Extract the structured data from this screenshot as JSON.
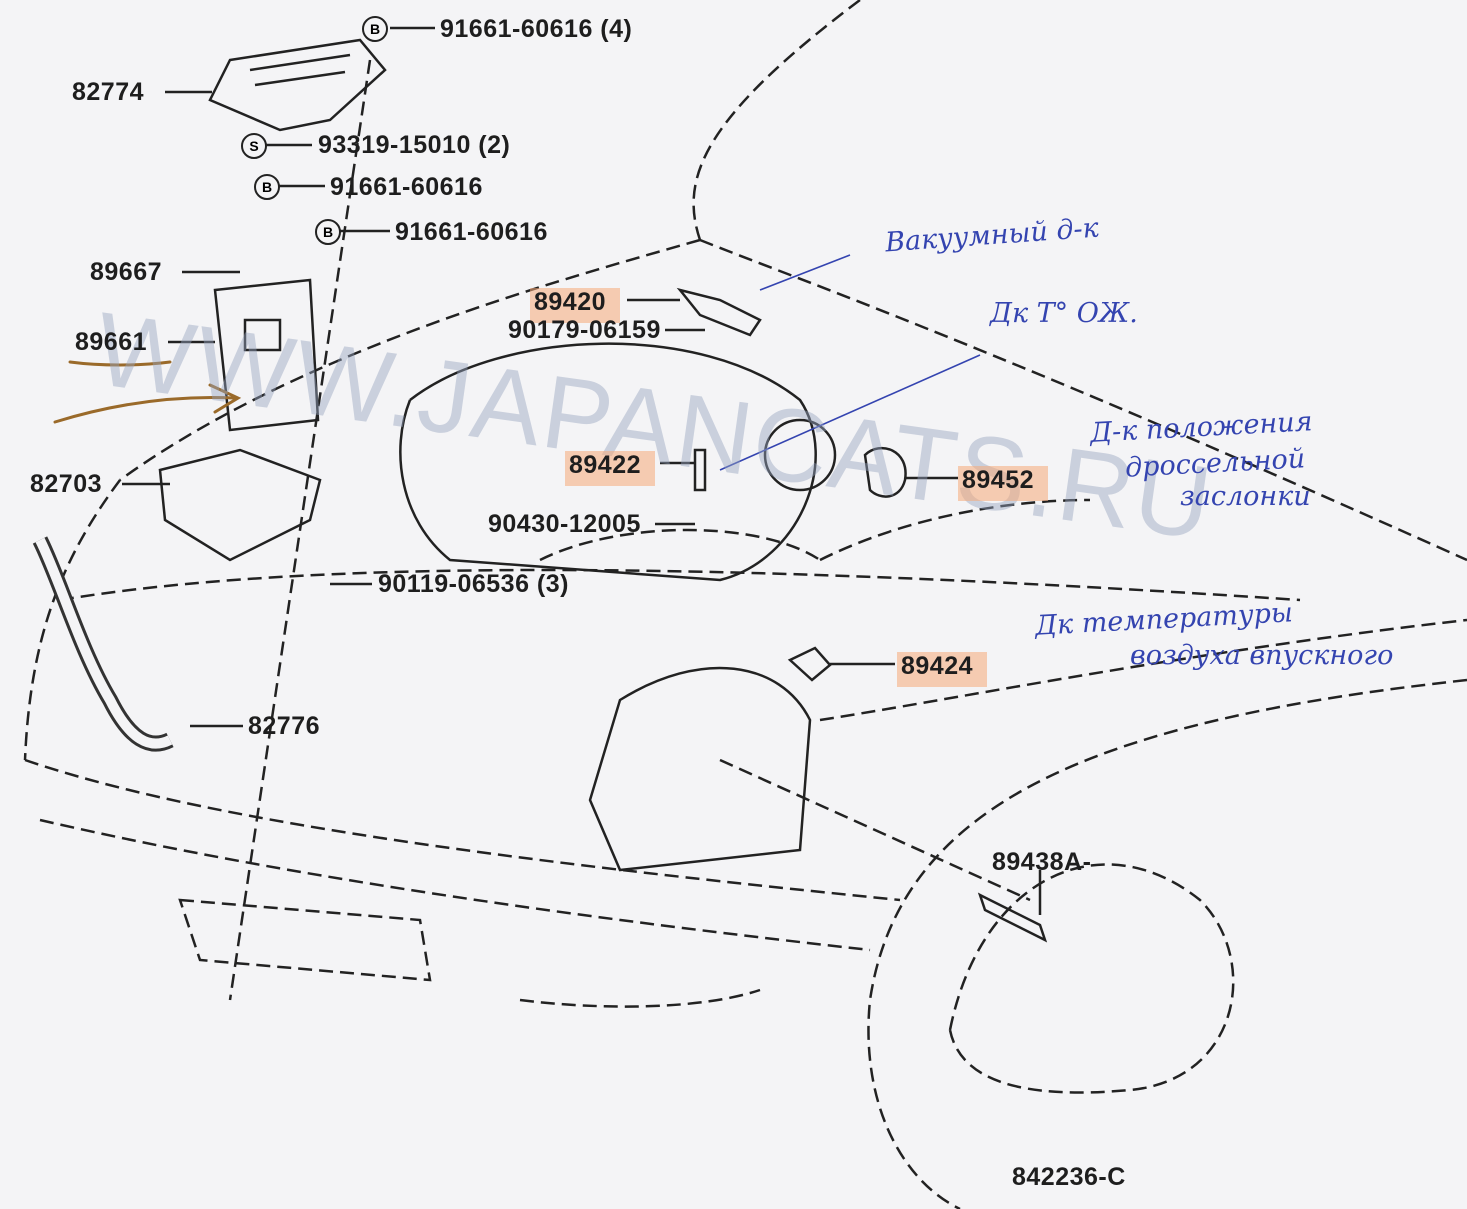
{
  "watermark": "WWW.JAPANCATS.RU",
  "drawing_number": "842236-C",
  "fastener_markers": {
    "bolt": "B",
    "screw": "S"
  },
  "parts": {
    "p91661_60616_4": "91661-60616 (4)",
    "p82774": "82774",
    "p93319_15010_2": "93319-15010 (2)",
    "p91661_60616_a": "91661-60616",
    "p91661_60616_b": "91661-60616",
    "p89667": "89667",
    "p89661": "89661",
    "p82703": "82703",
    "p89420": "89420",
    "p90179_06159": "90179-06159",
    "p89422": "89422",
    "p90430_12005": "90430-12005",
    "p90119_06536_3": "90119-06536 (3)",
    "p89452": "89452",
    "p89424": "89424",
    "p82776": "82776",
    "p89438A": "89438A-"
  },
  "annotations": {
    "vacuum_sensor": "Вакуумный д-к",
    "coolant_temp": "Дк T° ОЖ.",
    "throttle_line1": "Д-к положения",
    "throttle_line2": "дроссельной",
    "throttle_line3": "заслонки",
    "intake_air_line1": "Дк температуры",
    "intake_air_line2": "воздуха впускного"
  },
  "colors": {
    "ink": "#1e1e1e",
    "pen": "#3444b0",
    "highlight": "#f5aa78",
    "marker": "#9a6a2a"
  }
}
